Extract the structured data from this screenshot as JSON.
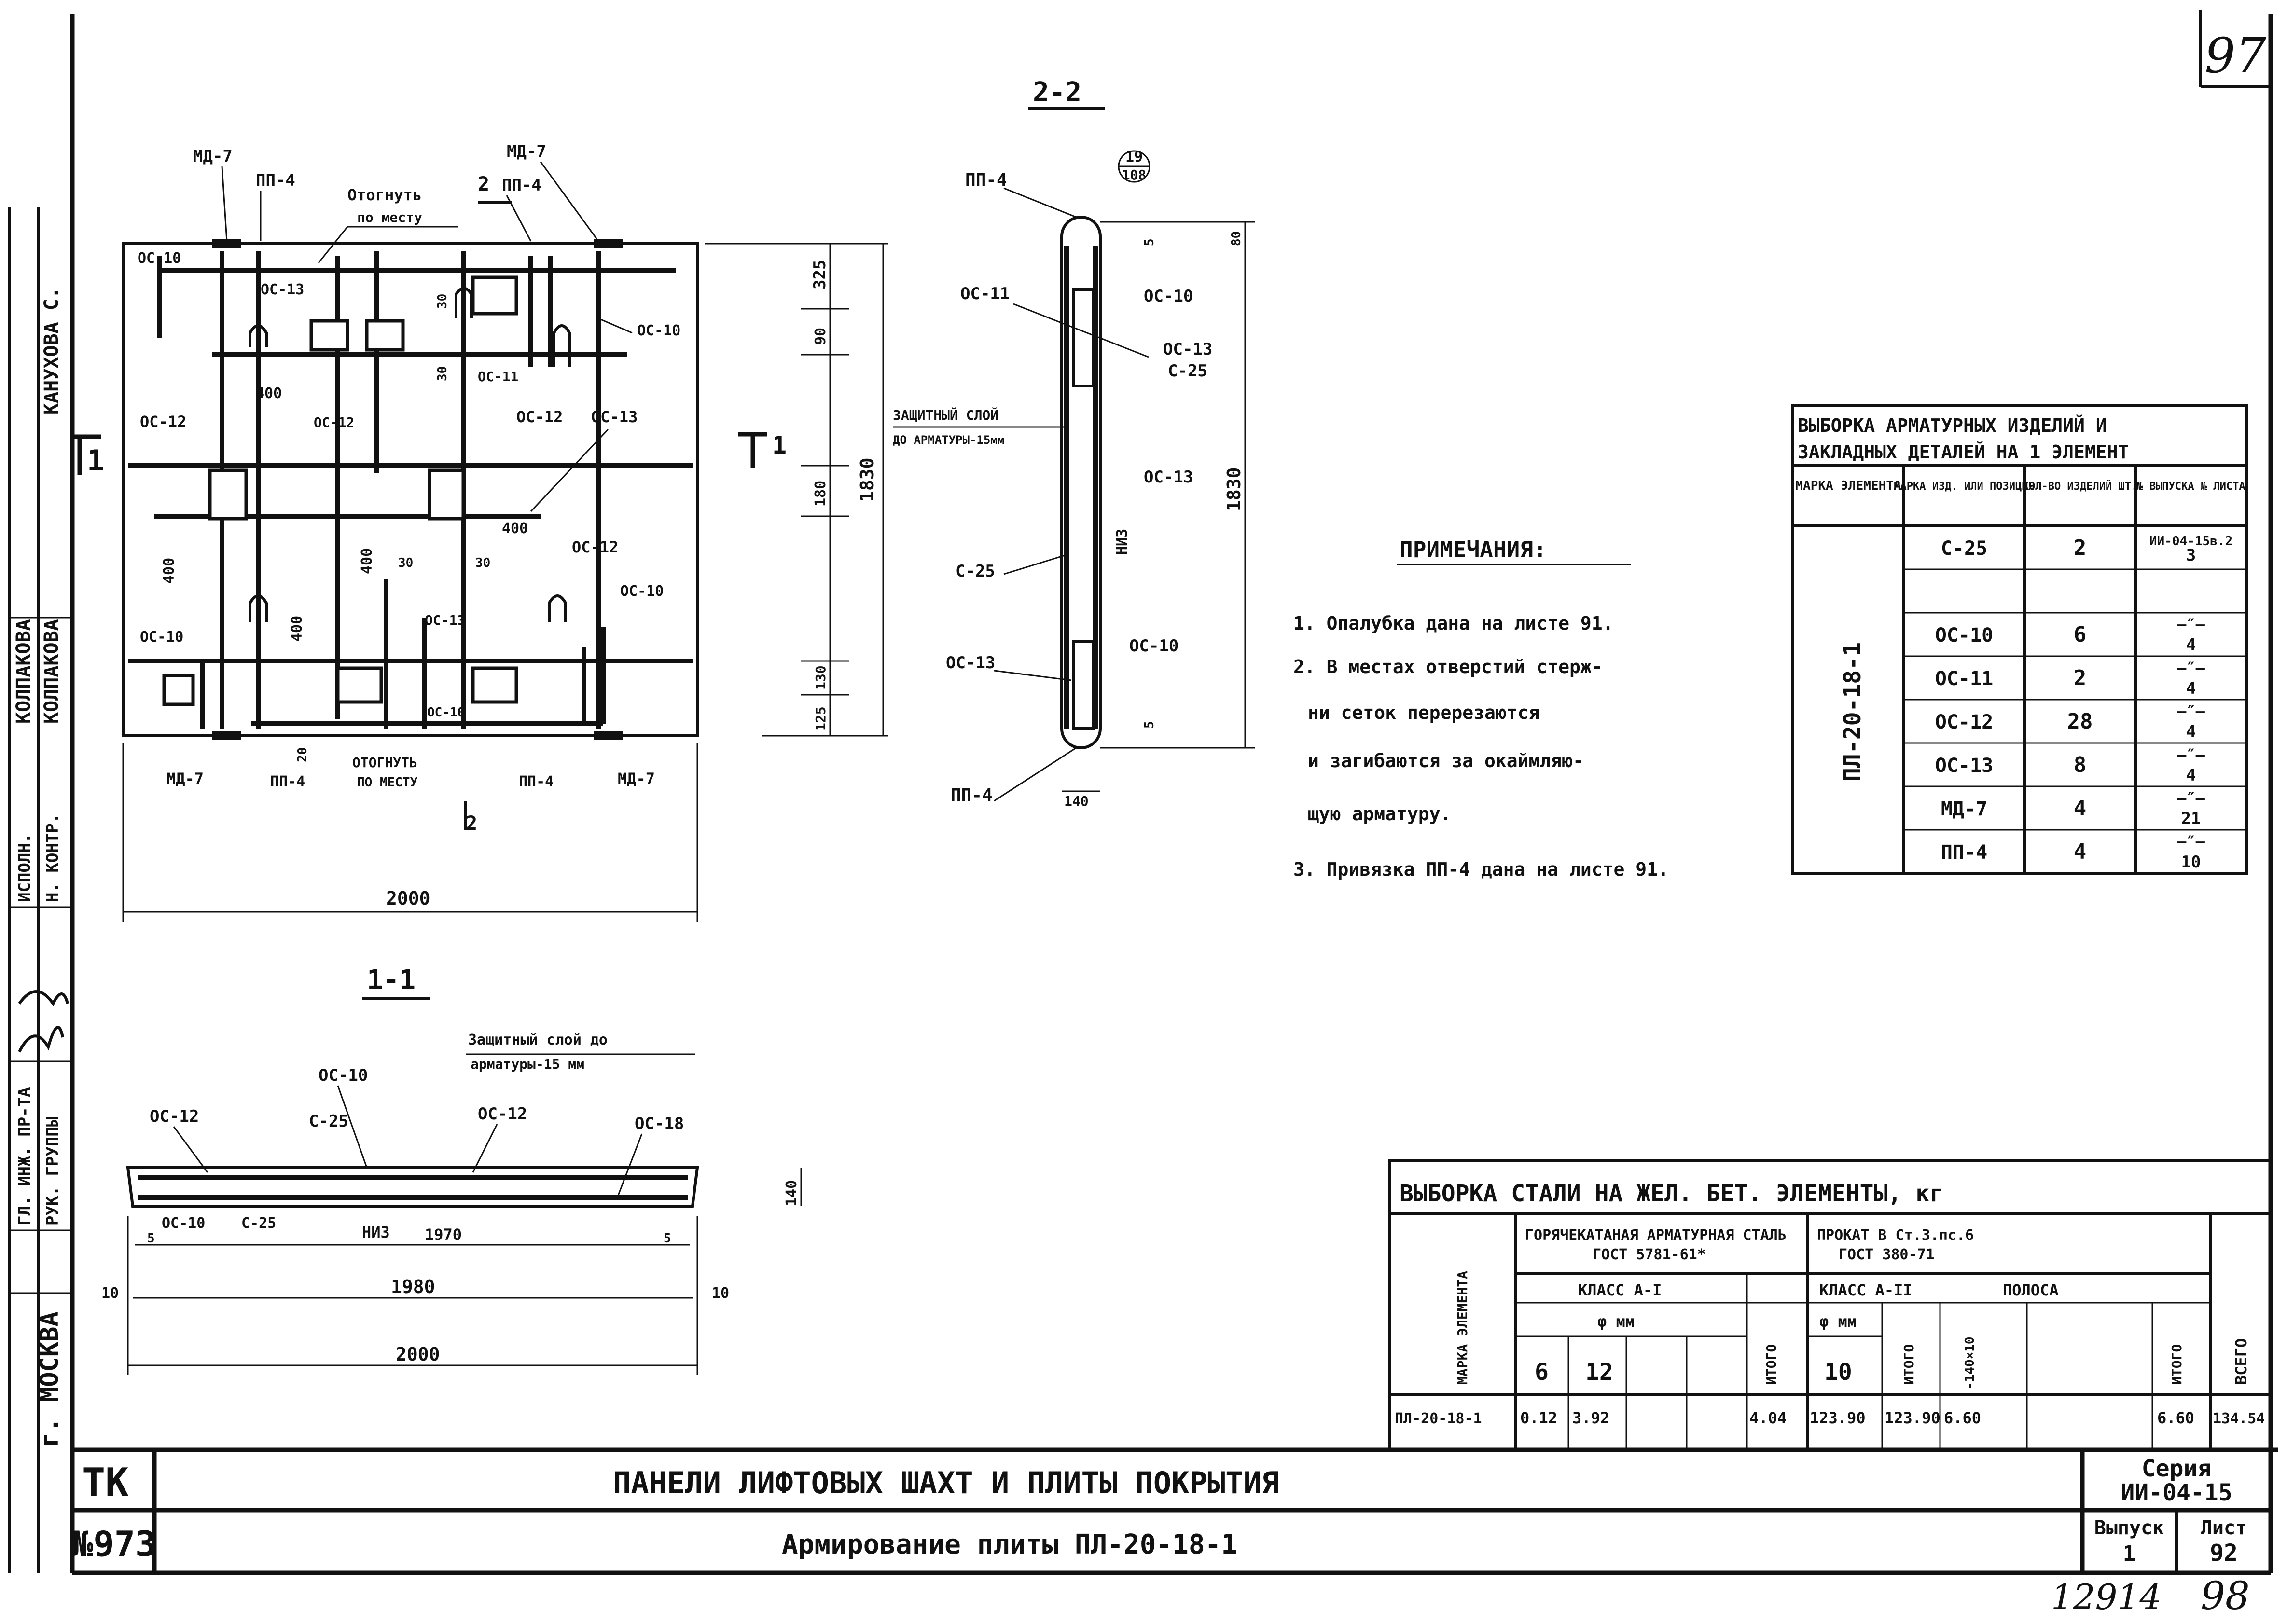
{
  "sheet_number_top": "97",
  "views": {
    "section_2": "2-2",
    "section_1": "1-1",
    "cut_mark_2": "2",
    "cut_mark_1": "1"
  },
  "plan": {
    "labels": {
      "md7": "МД-7",
      "pp4": "ПП-4",
      "oc10": "ОС-10",
      "oc11": "ОС-11",
      "oc12": "ОС-12",
      "oc13": "ОС-13",
      "bend1": "Отогнуть",
      "bend2": "по месту",
      "bend3": "ОТОГНУТЬ",
      "bend4": "ПО МЕСТУ"
    },
    "dims": {
      "d400": "400",
      "d30": "30",
      "d20": "20",
      "width": "2000",
      "h325": "325",
      "h90": "90",
      "h180": "180",
      "h1830": "1830",
      "h130": "130",
      "h125": "125"
    }
  },
  "section22": {
    "pp4": "ПП-4",
    "circle_top": "19",
    "circle_bottom": "108",
    "oc11": "ОС-11",
    "oc10": "ОС-10",
    "oc13": "ОС-13",
    "c25": "С-25",
    "cover_line1": "ЗАЩИТНЫЙ СЛОЙ",
    "cover_line2": "ДО АРМАТУРЫ-15мм",
    "niz": "НИЗ",
    "d80": "80",
    "d5": "5",
    "d140": "140",
    "d1830": "1830"
  },
  "section11": {
    "cover_line1": "Защитный слой до",
    "cover_line2": "арматуры-15 мм",
    "oc10": "ОС-10",
    "oc12": "ОС-12",
    "c25": "С-25",
    "oc18": "ОС-18",
    "niz": "НИЗ",
    "d1970": "1970",
    "d1980": "1980",
    "d2000": "2000",
    "d5": "5",
    "d10": "10",
    "d140": "140"
  },
  "notes": {
    "heading": "ПРИМЕЧАНИЯ:",
    "items": [
      "1. Опалубка дана на листе 91.",
      "2. В местах отверстий стерж-",
      "ни сеток перерезаются",
      "и загибаются за окаймляю-",
      "щую арматуру.",
      "3. Привязка ПП-4 дана на листе 91."
    ]
  },
  "table_items": {
    "title_line1": "ВЫБОРКА АРМАТУРНЫХ ИЗДЕЛИЙ И",
    "title_line2": "ЗАКЛАДНЫХ ДЕТАЛЕЙ НА 1 ЭЛЕМЕНТ",
    "headers": [
      "МАРКА ЭЛЕМЕНТА",
      "МАРКА ИЗД. ИЛИ ПОЗИЦИЯ",
      "КОЛ-ВО ИЗДЕЛИЙ ШТ.",
      "№ ВЫПУСКА № ЛИСТА"
    ],
    "element": "ПЛ-20-18-1",
    "rows": [
      {
        "mark": "С-25",
        "qty": "2",
        "ref": "ИИ-04-15в.2",
        "sheet": "3"
      },
      {
        "mark": "",
        "qty": "",
        "ref": "",
        "sheet": ""
      },
      {
        "mark": "ОС-10",
        "qty": "6",
        "ref": "—″—",
        "sheet": "4"
      },
      {
        "mark": "ОС-11",
        "qty": "2",
        "ref": "—″—",
        "sheet": "4"
      },
      {
        "mark": "ОС-12",
        "qty": "28",
        "ref": "—″—",
        "sheet": "4"
      },
      {
        "mark": "ОС-13",
        "qty": "8",
        "ref": "—″—",
        "sheet": "4"
      },
      {
        "mark": "МД-7",
        "qty": "4",
        "ref": "—″—",
        "sheet": "21"
      },
      {
        "mark": "ПП-4",
        "qty": "4",
        "ref": "—″—",
        "sheet": "10"
      }
    ]
  },
  "table_steel": {
    "title": "ВЫБОРКА СТАЛИ НА ЖЕЛ. БЕТ. ЭЛЕМЕНТЫ, кг",
    "h_mark": "МАРКА ЭЛЕМЕНТА",
    "h_hot": "ГОРЯЧЕКАТАНАЯ АРМАТУРНАЯ СТАЛЬ",
    "h_hot2": "ГОСТ 5781-61*",
    "h_rolled": "ПРОКАТ В Ст.3.пс.6",
    "h_rolled2": "ГОСТ 380-71",
    "h_class1": "КЛАСС А-I",
    "h_class2": "КЛАСС А-II",
    "h_strip": "ПОЛОСА",
    "h_phi": "φ мм",
    "h_total": "ИТОГО",
    "h_all": "ВСЕГО",
    "h_6": "6",
    "h_12": "12",
    "h_10": "10",
    "h_strip_size": "-140×10",
    "row": {
      "mark": "ПЛ-20-18-1",
      "v6": "0.12",
      "v12": "3.92",
      "t1": "4.04",
      "v10": "123.90",
      "t2": "123.90",
      "vs": "6.60",
      "t3": "6.60",
      "all": "134.54"
    }
  },
  "title_block": {
    "code1": "ТК",
    "code2": "№973",
    "title": "ПАНЕЛИ ЛИФТОВЫХ ШАХТ И ПЛИТЫ ПОКРЫТИЯ",
    "subtitle": "Армирование плиты ПЛ-20-18-1",
    "series_label": "Серия",
    "series": "ИИ-04-15",
    "issue_label": "Выпуск",
    "issue": "1",
    "sheet_label": "Лист",
    "sheet": "92",
    "footer_a": "12914",
    "footer_b": "98"
  },
  "left_strip": {
    "city": "г. МОСКВА",
    "roles": [
      "РУК. ГРУППЫ",
      "ГЛ. ИНЖ. ПР-ТА",
      "Н. КОНТР.",
      "ИСПОЛН."
    ],
    "names": [
      "КАНУХОВА С.",
      "КОЛПАКОВА",
      "КОЛПАКОВА"
    ]
  }
}
